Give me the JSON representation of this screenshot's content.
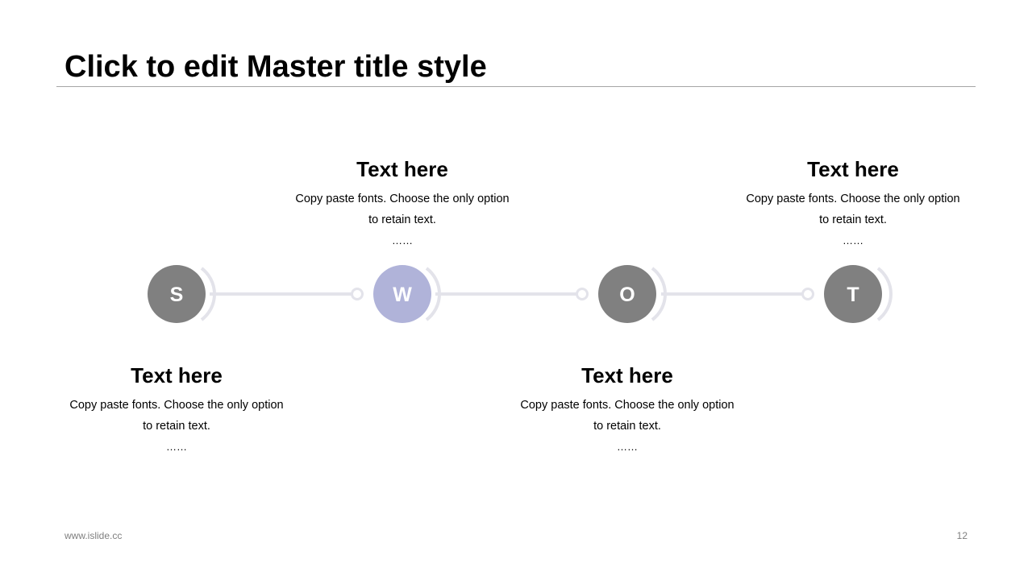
{
  "slide": {
    "title": "Click to edit Master title style",
    "footer_url": "www.islide.cc",
    "page_number": "12"
  },
  "colors": {
    "node_gray": "#808080",
    "node_accent": "#b0b3d9",
    "connector": "#e3e3ea"
  },
  "steps": [
    {
      "letter": "S",
      "heading": "Text here",
      "body_line1": "Copy paste fonts. Choose the only option",
      "body_line2": "to retain text.",
      "ellipsis": "……",
      "position": "below"
    },
    {
      "letter": "W",
      "heading": "Text here",
      "body_line1": "Copy paste fonts. Choose the only option",
      "body_line2": "to retain text.",
      "ellipsis": "……",
      "position": "above",
      "highlight": true
    },
    {
      "letter": "O",
      "heading": "Text here",
      "body_line1": "Copy paste fonts. Choose the only option",
      "body_line2": "to retain text.",
      "ellipsis": "……",
      "position": "below"
    },
    {
      "letter": "T",
      "heading": "Text here",
      "body_line1": "Copy paste fonts. Choose the only option",
      "body_line2": "to retain text.",
      "ellipsis": "……",
      "position": "above"
    }
  ]
}
